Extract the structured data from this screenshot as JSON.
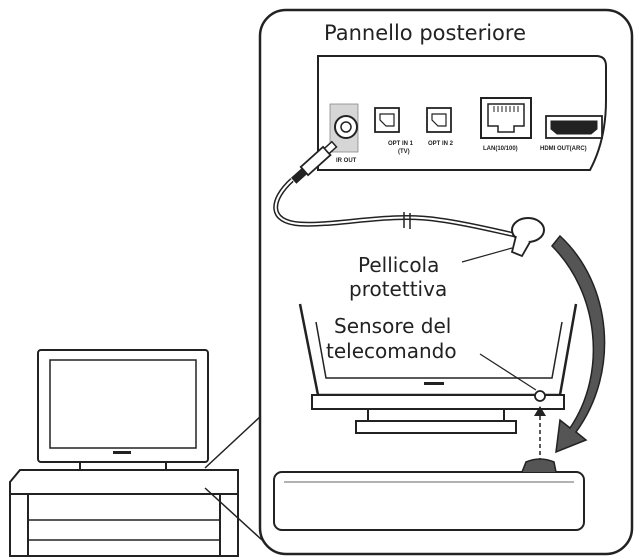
{
  "labels": {
    "back_panel": "Pannello posteriore",
    "film_line1": "Pellicola",
    "film_line2": "protettiva",
    "sensor_line1": "Sensore del",
    "sensor_line2": "telecomando"
  },
  "ports": {
    "ir_out": "IR OUT",
    "opt_in1_line1": "OPT IN 1",
    "opt_in1_line2": "(TV)",
    "opt_in2": "OPT IN 2",
    "lan": "LAN(10/100)",
    "hdmi": "HDMI OUT(ARC)"
  },
  "colors": {
    "stroke": "#222222",
    "panel_fill": "#ffffff",
    "arrow_fill": "#555555",
    "shade": "#cccccc"
  }
}
